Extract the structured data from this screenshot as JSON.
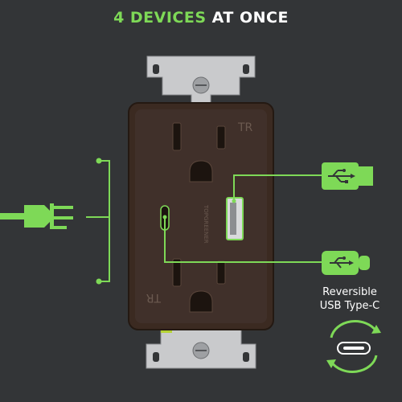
{
  "headline": {
    "accent_text": "4 DEVICES",
    "rest_text": " AT ONCE"
  },
  "outlet": {
    "tr_mark_top": "TR",
    "tr_mark_bottom": "TR",
    "brand_vertical": "TOPGREENER",
    "body_color": "#3a2a20",
    "plate_color": "#cfd0d2"
  },
  "callout": {
    "line1": "Reversible",
    "line2": "USB Type-C"
  },
  "icons": {
    "plug": "ac-plug-icon",
    "usb_a": "usb-a-icon",
    "usb_c": "usb-c-icon",
    "reverse": "reversible-arrows-icon"
  },
  "colors": {
    "accent": "#7ed957",
    "background": "#333537"
  }
}
